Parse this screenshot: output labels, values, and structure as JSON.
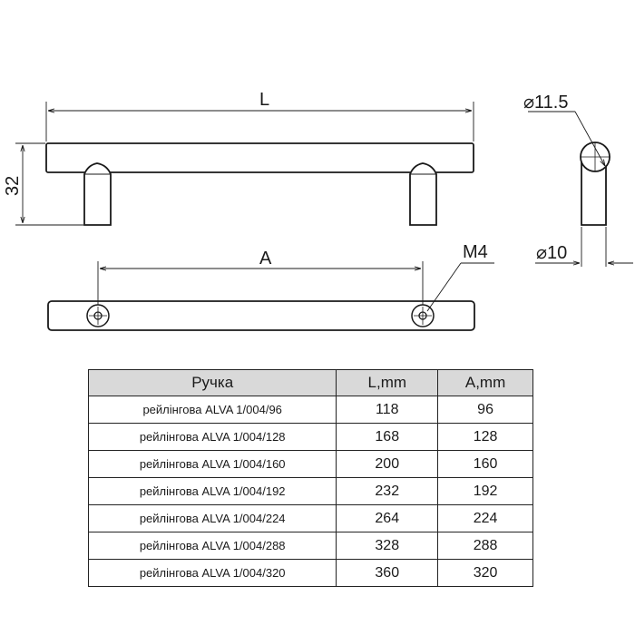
{
  "dimensions": {
    "length_label": "L",
    "height_label": "32",
    "center_distance_label": "A",
    "thread_label": "M4",
    "bar_diameter_label": "⌀11.5",
    "leg_diameter_label": "⌀10"
  },
  "table": {
    "headers": [
      "Ручка",
      "L,mm",
      "A,mm"
    ],
    "rows": [
      {
        "name": "рейлінгова ALVA 1/004/96",
        "L": "118",
        "A": "96"
      },
      {
        "name": "рейлінгова ALVA 1/004/128",
        "L": "168",
        "A": "128"
      },
      {
        "name": "рейлінгова ALVA 1/004/160",
        "L": "200",
        "A": "160"
      },
      {
        "name": "рейлінгова ALVA 1/004/192",
        "L": "232",
        "A": "192"
      },
      {
        "name": "рейлінгова ALVA 1/004/224",
        "L": "264",
        "A": "224"
      },
      {
        "name": "рейлінгова ALVA 1/004/288",
        "L": "328",
        "A": "288"
      },
      {
        "name": "рейлінгова ALVA 1/004/320",
        "L": "360",
        "A": "320"
      }
    ]
  }
}
